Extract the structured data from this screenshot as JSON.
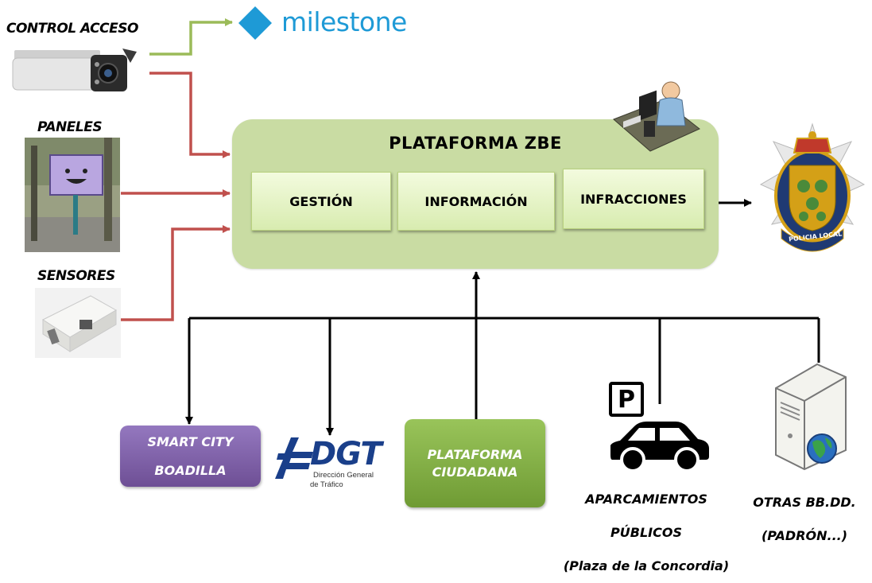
{
  "sources": {
    "control_acceso": "CONTROL ACCESO",
    "paneles": "PANELES",
    "sensores": "SENSORES"
  },
  "milestone": {
    "text": "milestone",
    "color": "#1e9ad6"
  },
  "platform": {
    "title": "PLATAFORMA ZBE",
    "modules": [
      "GESTIÓN",
      "INFORMACIÓN",
      "INFRACCIONES"
    ],
    "color": "#c9dca3"
  },
  "police": {
    "text": "POLICIA LOCAL"
  },
  "bottom": {
    "smart_city": [
      "SMART CITY",
      "BOADILLA"
    ],
    "dgt": {
      "logo": "DGT",
      "line1": "Dirección General",
      "line2": "de Tráfico"
    },
    "plataforma_ciudadana": [
      "PLATAFORMA",
      "CIUDADANA"
    ],
    "parking_sign": "P",
    "aparcamientos": [
      "APARCAMIENTOS",
      "PÚBLICOS",
      "(Plaza de la Concordia)"
    ],
    "otras": [
      "OTRAS BB.DD.",
      "(PADRÓN...)"
    ]
  },
  "colors": {
    "red_arrow": "#c0504d",
    "green_arrow": "#9bbb59",
    "smart_city": "#7f5fa4",
    "plataforma_ciudadana": "#7fae3f"
  }
}
